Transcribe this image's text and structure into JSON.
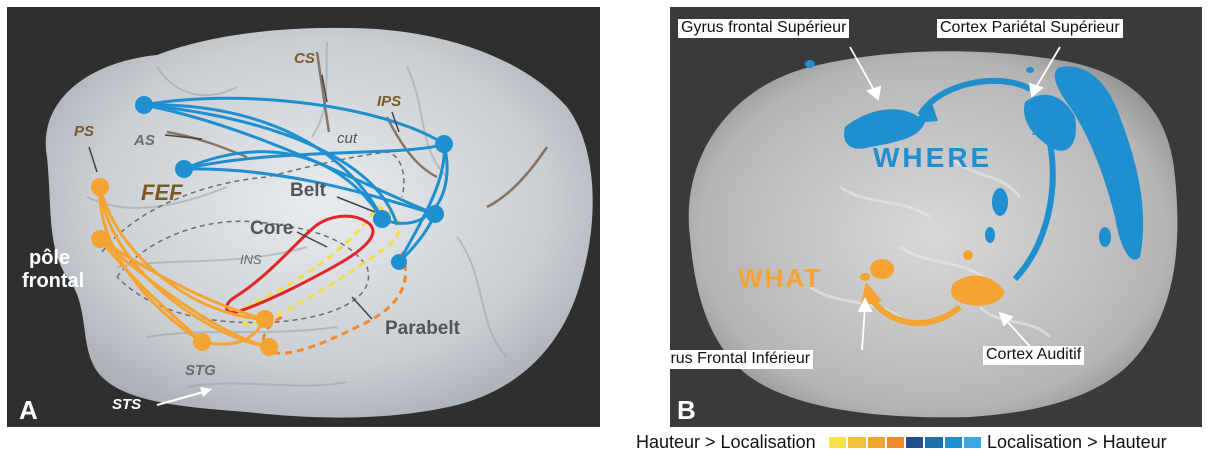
{
  "panelA": {
    "letter": "A",
    "labels": {
      "cs": "CS",
      "ips": "IPS",
      "ps": "PS",
      "as": "AS",
      "cut": "cut",
      "fef": "FEF",
      "belt": "Belt",
      "core": "Core",
      "ins": "INS",
      "parabelt": "Parabelt",
      "stg": "STG",
      "sts": "STS",
      "pole_line1": "pôle",
      "pole_line2": "frontal"
    }
  },
  "panelB": {
    "letter": "B",
    "labels": {
      "sfg": "Gyrus frontal Supérieur",
      "spc": "Cortex Pariétal Supérieur",
      "where": "WHERE",
      "what": "WHAT",
      "ifg": "Gyrus Frontal Inférieur",
      "auditory": "Cortex Auditif"
    }
  },
  "legend": {
    "left": "Hauteur > Localisation",
    "right": "Localisation > Hauteur"
  },
  "colors": {
    "where_blue": "#1f8fd0",
    "what_orange": "#f5a433",
    "core_red": "#e0262b",
    "belt_yellow": "#f3e040",
    "parabelt_orange": "#f08a2c",
    "sulcus_label_brown": "#7a5a26"
  }
}
